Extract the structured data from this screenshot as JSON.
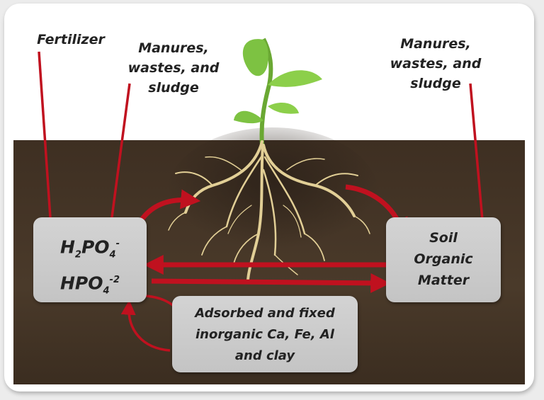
{
  "labels": {
    "fertilizer": "Fertilizer",
    "manures_left": [
      "Manures,",
      "wastes, and",
      "sludge"
    ],
    "manures_right": [
      "Manures,",
      "wastes, and",
      "sludge"
    ]
  },
  "boxes": {
    "phosphate": {
      "line1": {
        "main": "H",
        "sub1": "2",
        "mid": "PO",
        "sub2": "4",
        "sup": "-"
      },
      "line2": {
        "main": "HPO",
        "sub": "4",
        "sup": "-2"
      }
    },
    "organic": [
      "Soil",
      "Organic",
      "Matter"
    ],
    "adsorbed": [
      "Adsorbed and fixed",
      "inorganic Ca, Fe, Al",
      "and clay"
    ]
  },
  "colors": {
    "arrow": "#c0111f",
    "soil": "#4a3a2a",
    "box": "#cccccc",
    "root": "#e2cf96",
    "leaf": "#7dc242"
  }
}
